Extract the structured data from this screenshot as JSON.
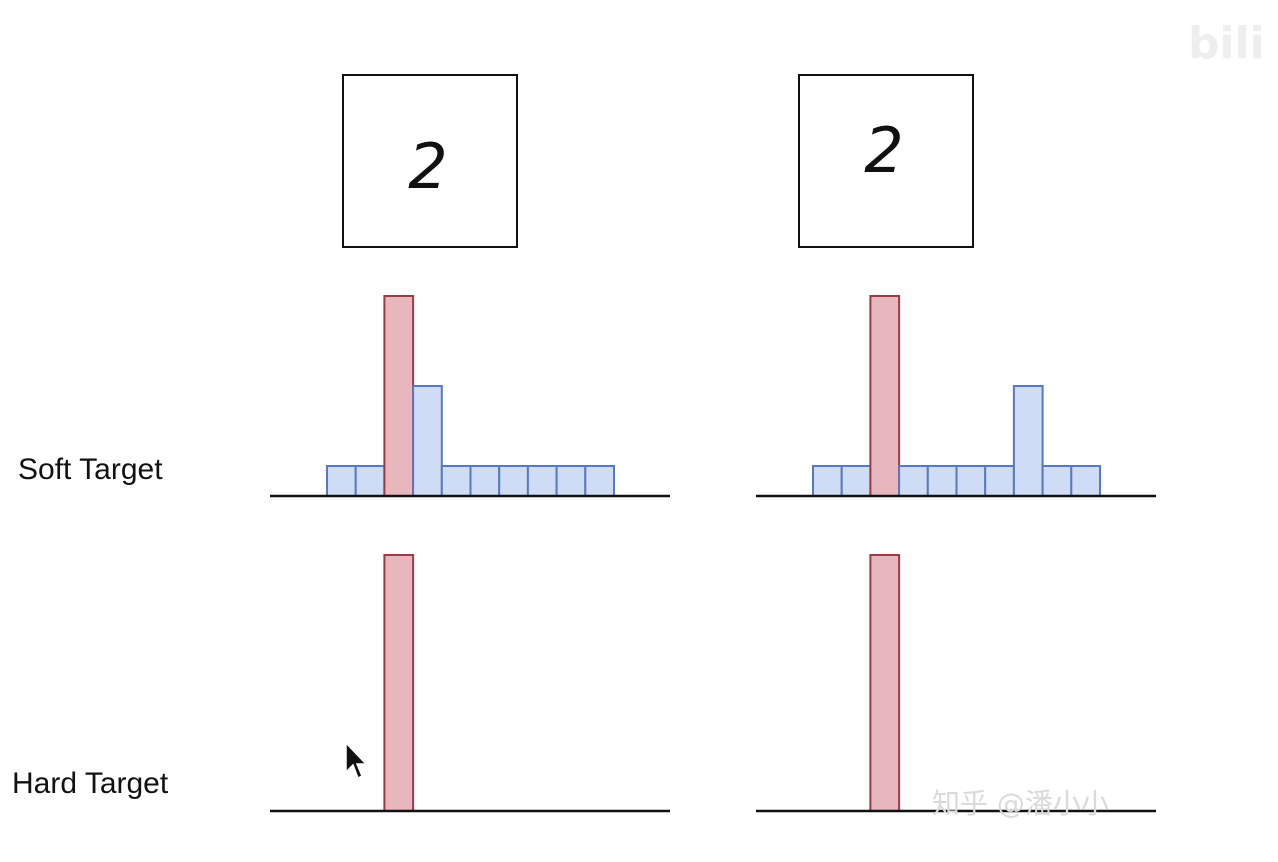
{
  "labels": {
    "soft_target": "Soft Target",
    "hard_target": "Hard Target"
  },
  "watermarks": {
    "zhihu": "知乎 @潘小小",
    "bilibili": "bili"
  },
  "colors": {
    "target_fill": "#e8b6bd",
    "target_stroke": "#9b3b45",
    "other_fill": "#cfdcf5",
    "other_stroke": "#5a78bf",
    "axis": "#111111",
    "frame": "#111111"
  },
  "panels": [
    {
      "digit": "2",
      "soft_values": [
        0.15,
        0.15,
        1.0,
        0.55,
        0.15,
        0.15,
        0.15,
        0.15,
        0.15,
        0.15
      ],
      "hard_values": [
        0,
        0,
        1,
        0,
        0,
        0,
        0,
        0,
        0,
        0
      ],
      "target_index": 2
    },
    {
      "digit": "2",
      "soft_values": [
        0.15,
        0.15,
        1.0,
        0.15,
        0.15,
        0.15,
        0.15,
        0.55,
        0.15,
        0.15
      ],
      "hard_values": [
        0,
        0,
        1,
        0,
        0,
        0,
        0,
        0,
        0,
        0
      ],
      "target_index": 2
    }
  ]
}
